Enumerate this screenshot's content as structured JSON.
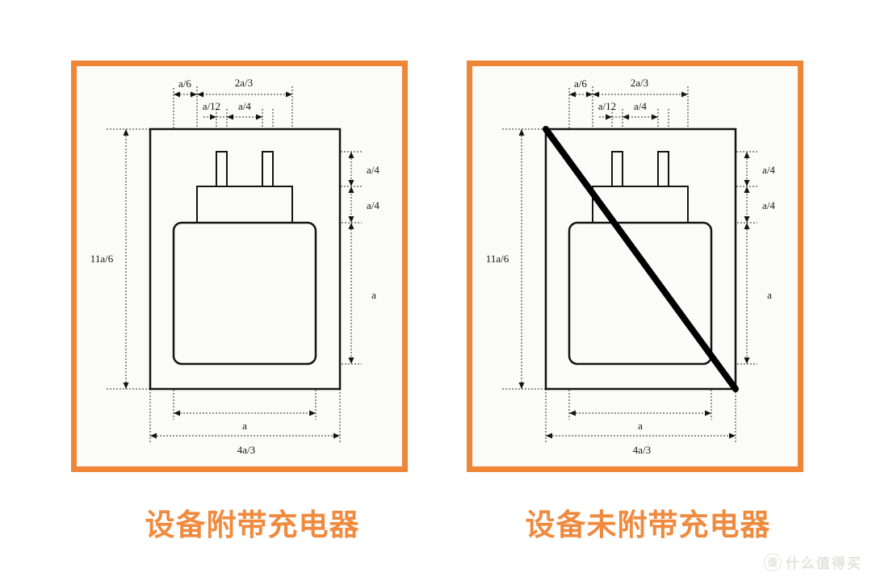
{
  "captions": {
    "with_charger": "设备附带充电器",
    "without_charger": "设备未附带充电器"
  },
  "dims": {
    "top_margin": "a/6",
    "neck_width": "2a/3",
    "prong_width": "a/12",
    "prong_gap": "a/4",
    "prong_height": "a/4",
    "neck_height": "a/4",
    "body_height": "a",
    "outer_height": "11a/6",
    "body_width": "a",
    "outer_width": "4a/3"
  },
  "watermark": {
    "logo_char": "值",
    "text": "什么值得买"
  },
  "colors": {
    "accent_orange": "#ee8537",
    "caption_orange": "#ef8a3e",
    "line_black": "#141414",
    "watermark_gray": "#e2e2df",
    "panel_background": "#fbfbf9"
  }
}
